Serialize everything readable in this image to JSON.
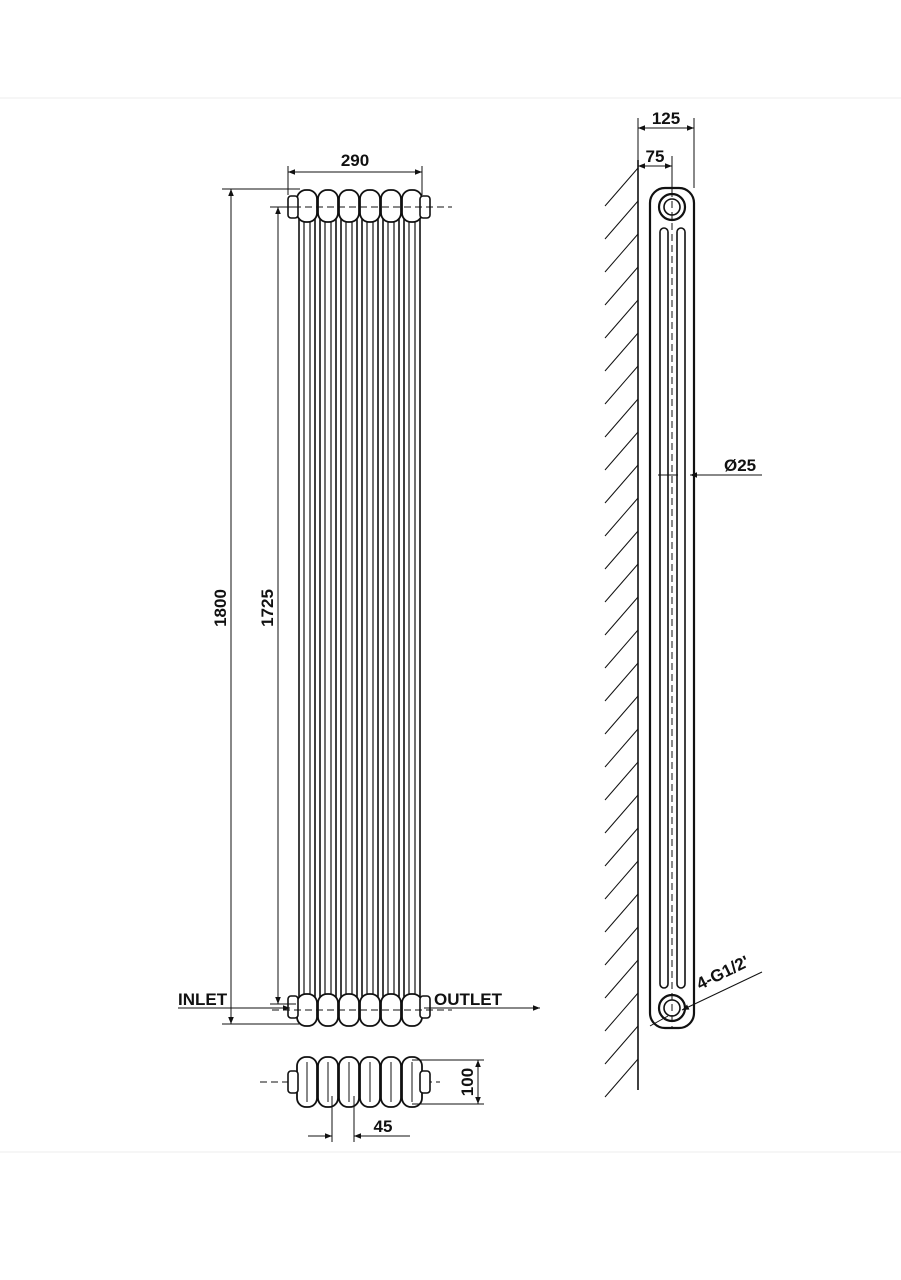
{
  "front_view": {
    "dim_width": "290",
    "dim_height_total": "1800",
    "dim_height_centers": "1725",
    "label_inlet": "INLET",
    "label_outlet": "OUTLET"
  },
  "bottom_view": {
    "dim_depth": "100",
    "dim_pitch": "45"
  },
  "side_view": {
    "dim_depth": "125",
    "dim_offset": "75",
    "dim_tube_diameter": "Ø25",
    "dim_connection": "4-G1/2'"
  },
  "colors": {
    "line": "#111111",
    "background": "#ffffff"
  }
}
